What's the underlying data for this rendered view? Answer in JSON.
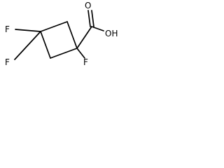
{
  "molecule": {
    "atoms": {
      "fluorine_left": "F",
      "fluorine_bottom_left": "F",
      "fluorine_bottom_right": "F",
      "oxygen_carbonyl": "O",
      "hydroxyl": "OH"
    }
  }
}
